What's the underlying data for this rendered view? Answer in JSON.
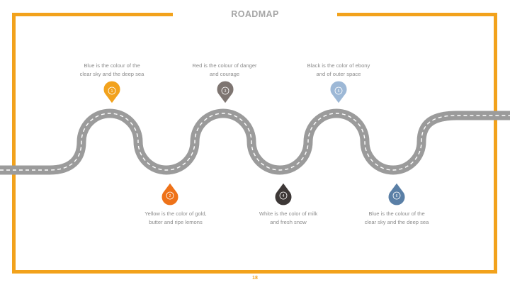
{
  "slide": {
    "title": "ROADMAP",
    "page_number": "18",
    "accent_color": "#F2A21C"
  },
  "milestones": [
    {
      "number": "1",
      "color": "#F2A21C",
      "caption_line1": "Blue is the colour of the",
      "caption_line2": "clear sky and the deep sea"
    },
    {
      "number": "2",
      "color": "#EE7219",
      "caption_line1": "Yellow is the color of gold,",
      "caption_line2": "butter and ripe lemons"
    },
    {
      "number": "3",
      "color": "#7E7571",
      "caption_line1": "Red is the colour of danger",
      "caption_line2": "and courage"
    },
    {
      "number": "4",
      "color": "#3D3837",
      "caption_line1": "White is the color of milk",
      "caption_line2": "and fresh snow"
    },
    {
      "number": "5",
      "color": "#9DB8D6",
      "caption_line1": "Black is the color of ebony",
      "caption_line2": "and of outer space"
    },
    {
      "number": "6",
      "color": "#5A7FA6",
      "caption_line1": "Blue is the colour of the",
      "caption_line2": "clear sky and the deep sea"
    }
  ]
}
